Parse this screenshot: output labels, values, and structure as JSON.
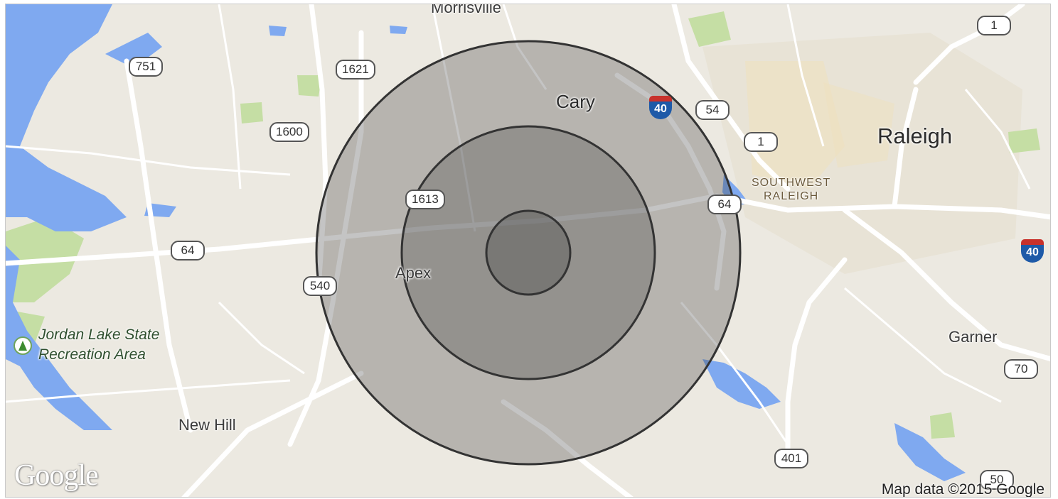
{
  "map": {
    "places": {
      "morrisville": "Morrisville",
      "cary": "Cary",
      "raleigh": "Raleigh",
      "southwest_raleigh_1": "SOUTHWEST",
      "southwest_raleigh_2": "RALEIGH",
      "apex": "Apex",
      "garner": "Garner",
      "new_hill": "New Hill",
      "jordan_lake_1": "Jordan Lake State",
      "jordan_lake_2": "Recreation Area"
    },
    "route_shields": {
      "r751": "751",
      "r1621": "1621",
      "r1600": "1600",
      "r1613": "1613",
      "r64_west": "64",
      "r540": "540",
      "r54": "54",
      "r1_central": "1",
      "r64_east": "64",
      "r1_north": "1",
      "r70": "70",
      "r401": "401",
      "r50": "50"
    },
    "interstate_shields": {
      "i40_cary": "40",
      "i40_east": "40"
    },
    "overlay": {
      "type": "concentric-radius-circles",
      "ring_count": 3,
      "fill_color": "#3a3a3a",
      "stroke_color": "#333333"
    },
    "colors": {
      "land": "#ece9e1",
      "water": "#7fa9f0",
      "road": "#ffffff",
      "park": "#c5dea4"
    },
    "logo": "Google",
    "attribution": "Map data ©2015 Google"
  }
}
